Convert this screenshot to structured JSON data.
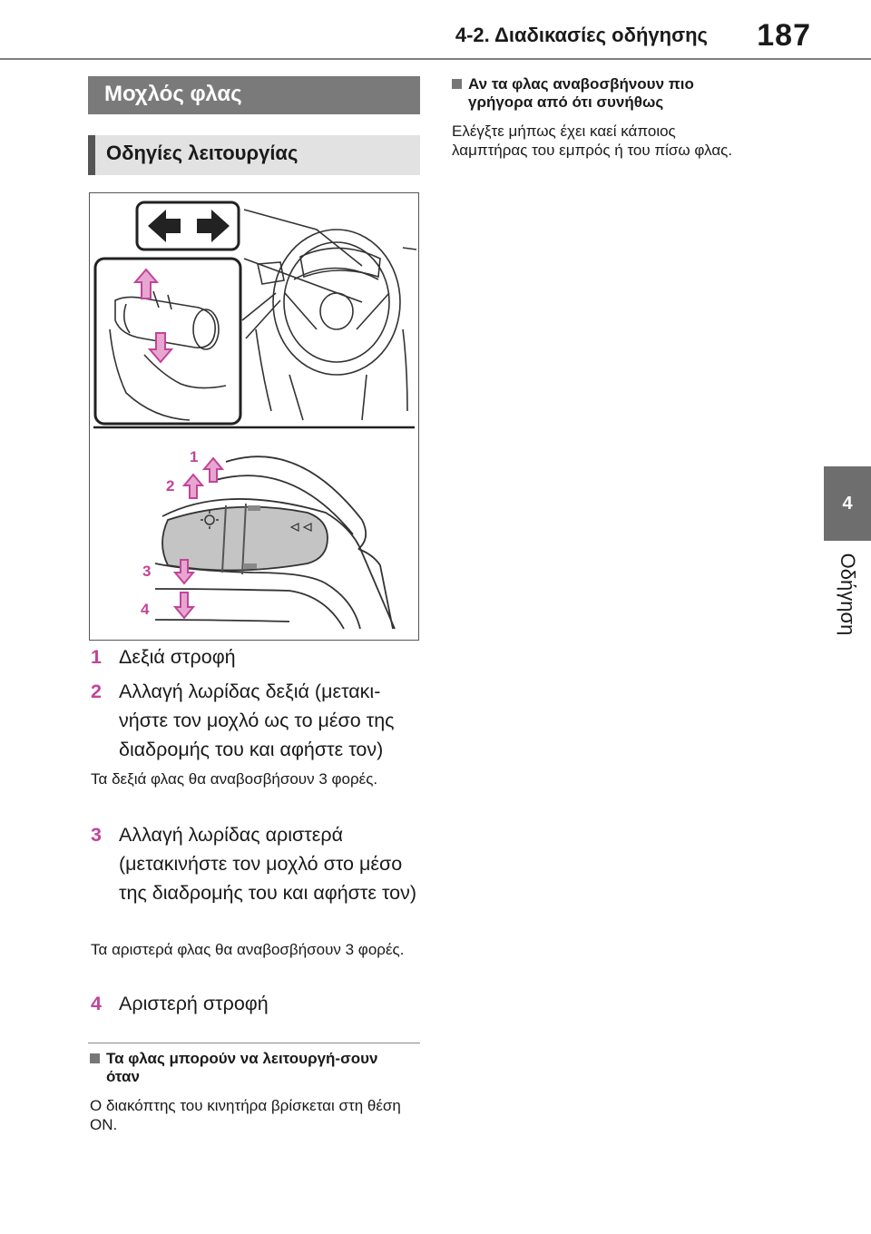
{
  "header": {
    "section": "4-2. Διαδικασίες οδήγησης",
    "page_number": "187"
  },
  "side_tab": {
    "number": "4",
    "label": "Οδήγηση"
  },
  "title": "Μοχλός φλας",
  "subtitle": "Οδηγίες λειτουργίας",
  "figure": {
    "callouts": [
      "1",
      "2",
      "3",
      "4"
    ]
  },
  "items": [
    {
      "num": "1",
      "text": "Δεξιά στροφή"
    },
    {
      "num": "2",
      "text": "Αλλαγή λωρίδας δεξιά (μετακι-νήστε τον μοχλό ως το μέσο της διαδρομής του και αφήστε τον)"
    },
    {
      "num": "3",
      "text": "Αλλαγή λωρίδας αριστερά (μετακινήστε τον μοχλό στο μέσο της διαδρομής του και αφήστε τον)"
    },
    {
      "num": "4",
      "text": "Αριστερή στροφή"
    }
  ],
  "notes": {
    "after_item2": "Τα δεξιά φλας θα αναβοσβήσουν 3 φορές.",
    "after_item3": "Τα αριστερά φλας θα αναβοσβήσουν 3 φορές."
  },
  "blocks": [
    {
      "heading": "Τα φλας μπορούν να λειτουργή-σουν όταν",
      "text": "Ο διακόπτης του κινητήρα βρίσκεται στη θέση ON."
    },
    {
      "heading": "Αν τα φλας αναβοσβήνουν πιο γρήγορα από ότι συνήθως",
      "text": "Ελέγξτε μήπως έχει καεί κάποιος λαμπτήρας του εμπρός ή του πίσω φλας."
    }
  ],
  "colors": {
    "accent": "#c2449a",
    "arrow_fill": "#e7a6cf",
    "title_bar": "#7a7a7a",
    "tab": "#6e6e6e"
  }
}
